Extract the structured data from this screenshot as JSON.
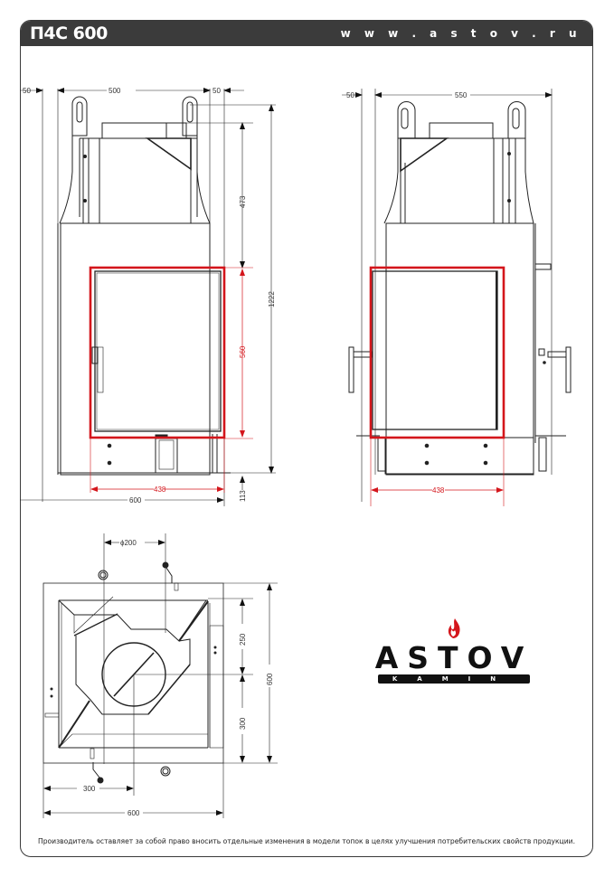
{
  "header": {
    "title": "П4С 600",
    "website": "w w w . a s t o v . r u"
  },
  "front_view": {
    "dimensions": {
      "left_offset": "50",
      "width_top": "500",
      "right_offset": "50",
      "top_section_height": "473",
      "door_height": "560",
      "total_height": "1222",
      "bottom_offset": "113",
      "door_width": "438",
      "base_width": "600"
    }
  },
  "side_view": {
    "dimensions": {
      "left_offset": "50",
      "width_top": "550",
      "door_width": "438"
    }
  },
  "top_view": {
    "dimensions": {
      "flue_diameter": "ϕ200",
      "upper_depth": "250",
      "lower_depth": "300",
      "total_depth": "600",
      "flue_offset": "300",
      "total_width": "600"
    }
  },
  "logo": {
    "brand": "ASTOV",
    "sub": "KAMIN",
    "flame_color": "#d4161c"
  },
  "colors": {
    "header_bg": "#3b3b3b",
    "door_outline": "#d4161c",
    "line": "#222222"
  },
  "footer": {
    "disclaimer": "Производитель оставляет за собой право вносить отдельные изменения в модели топок в целях улучшения потребительских свойств продукции."
  }
}
